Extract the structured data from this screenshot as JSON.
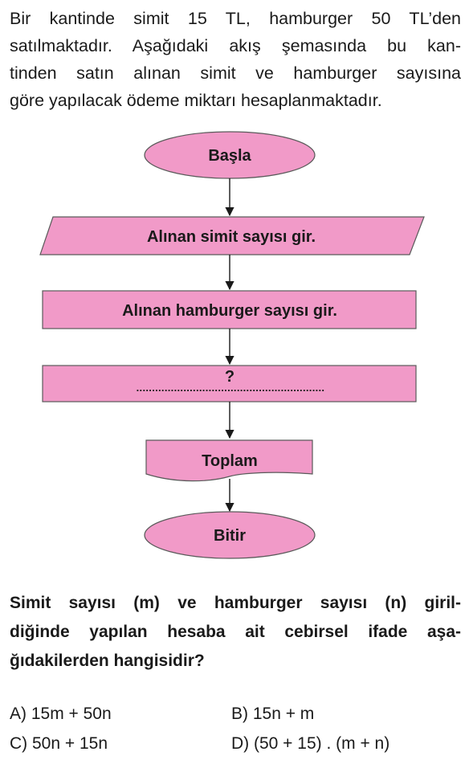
{
  "intro_lines": [
    "Bir kantinde simit 15 TL, hamburger 50 TL’den",
    "satılmaktadır. Aşağıdaki akış şemasında bu kan-",
    "tinden satın alınan simit ve hamburger sayısına",
    "göre yapılacak ödeme miktarı hesaplanmaktadır."
  ],
  "flowchart": {
    "start": "Başla",
    "input1": "Alınan simit sayısı gir.",
    "input2": "Alınan hamburger sayısı gir.",
    "process": "?",
    "process_blank": "............................................................",
    "output": "Toplam",
    "end": "Bitir"
  },
  "question_lines": [
    "Simit sayısı (m) ve hamburger sayısı (n) giril-",
    "diğinde yapılan hesaba ait cebirsel ifade aşa-",
    "ğıdakilerden hangisidir?"
  ],
  "options": {
    "a": "A) 15m + 50n",
    "b": "B) 15n + m",
    "c": "C) 50n + 15n",
    "d": "D) (50 + 15) . (m + n)"
  },
  "colors": {
    "shape_fill": "#f19ac8",
    "shape_stroke": "#5a5a5a"
  }
}
